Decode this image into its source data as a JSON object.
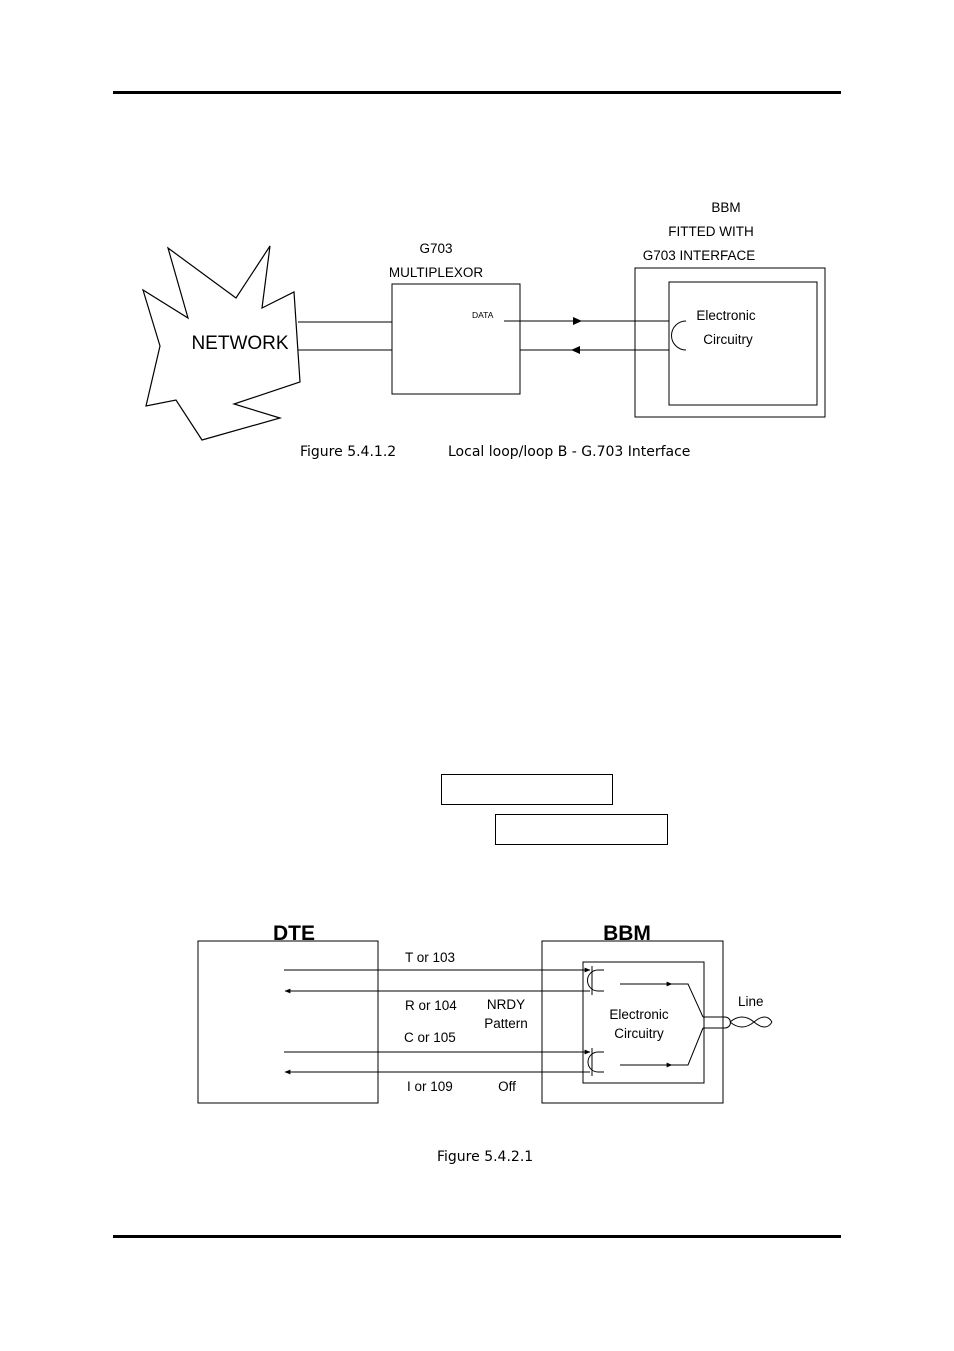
{
  "figure1": {
    "network_label": "NETWORK",
    "mux_title_line1": "G703",
    "mux_title_line2": "MULTIPLEXOR",
    "data_label": "DATA",
    "bbm_title_line1": "BBM",
    "bbm_title_line2": "FITTED WITH",
    "bbm_title_line3": "G703 INTERFACE",
    "circuit_line1": "Electronic",
    "circuit_line2": "Circuitry",
    "caption_number": "Figure 5.4.1.2",
    "caption_text": "Local loop/loop B - G.703 Interface"
  },
  "figure2": {
    "dte_title": "DTE",
    "bbm_title": "BBM",
    "signal_t": "T or 103",
    "signal_r": "R or 104",
    "signal_c": "C or 105",
    "signal_i": "I or 109",
    "nrdy_line1": "NRDY",
    "nrdy_line2": "Pattern",
    "off_label": "Off",
    "circuit_line1": "Electronic",
    "circuit_line2": "Circuitry",
    "line_label": "Line",
    "caption": "Figure 5.4.2.1"
  }
}
